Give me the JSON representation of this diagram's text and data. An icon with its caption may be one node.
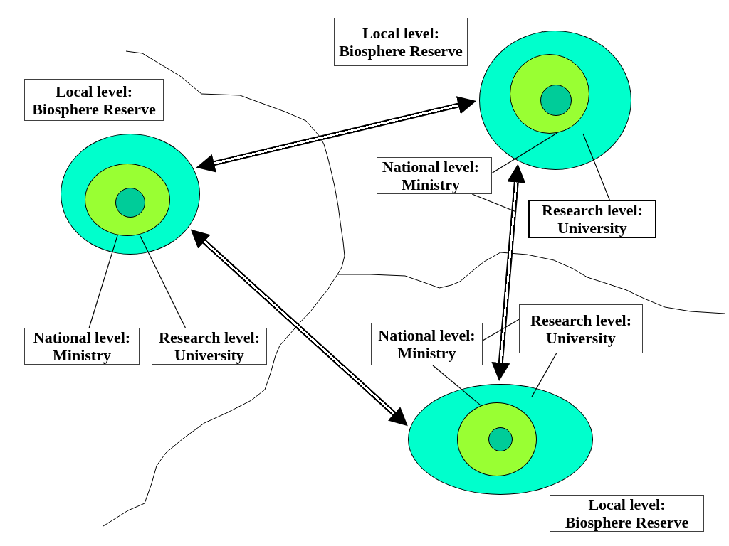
{
  "diagram": {
    "nodes": [
      {
        "text": [
          "Local level: Biosphere Reserve"
        ]
      },
      {
        "text": [],
        "shape": "ellipse"
      },
      {
        "text": [],
        "shape": "ellipse",
        "in": 1
      },
      {
        "text": [],
        "shape": "circle",
        "in": 2
      },
      {
        "text": [
          "National level: Ministry"
        ]
      },
      {
        "text": [
          "Research level: University"
        ]
      },
      {
        "text": [
          "Local level: Biosphere Reserve"
        ]
      },
      {
        "text": [],
        "shape": "ellipse"
      },
      {
        "text": [],
        "shape": "circle",
        "in": 7
      },
      {
        "text": [],
        "shape": "circle",
        "in": 8
      },
      {
        "text": [
          "National level: Ministry"
        ]
      },
      {
        "text": [
          "Research level: University"
        ]
      },
      {
        "text": [
          "National level: Ministry"
        ]
      },
      {
        "text": [
          "Research level: University"
        ]
      },
      {
        "text": [],
        "shape": "ellipse"
      },
      {
        "text": [],
        "shape": "ellipse",
        "in": 14
      },
      {
        "text": [],
        "shape": "circle",
        "in": 15
      },
      {
        "text": [
          "Local level: Biosphere Reserve"
        ]
      }
    ],
    "edges": [
      {
        "from": 1,
        "to": 7,
        "arrow": "both",
        "style": "thick"
      },
      {
        "from": 1,
        "to": 14,
        "arrow": "both",
        "style": "thick"
      },
      {
        "from": 7,
        "to": 14,
        "arrow": "both",
        "style": "thick"
      },
      {
        "from": 4,
        "to": 2,
        "arrow": "none"
      },
      {
        "from": 5,
        "to": 1,
        "arrow": "none"
      },
      {
        "from": 10,
        "to": 8,
        "arrow": "none"
      },
      {
        "from": 10,
        "to": null,
        "arrow": "none"
      },
      {
        "from": 11,
        "to": 7,
        "arrow": "none"
      },
      {
        "from": 12,
        "to": 15,
        "arrow": "none"
      },
      {
        "from": 12,
        "to": 13,
        "arrow": "none"
      },
      {
        "from": 13,
        "to": 14,
        "arrow": "none"
      }
    ]
  }
}
